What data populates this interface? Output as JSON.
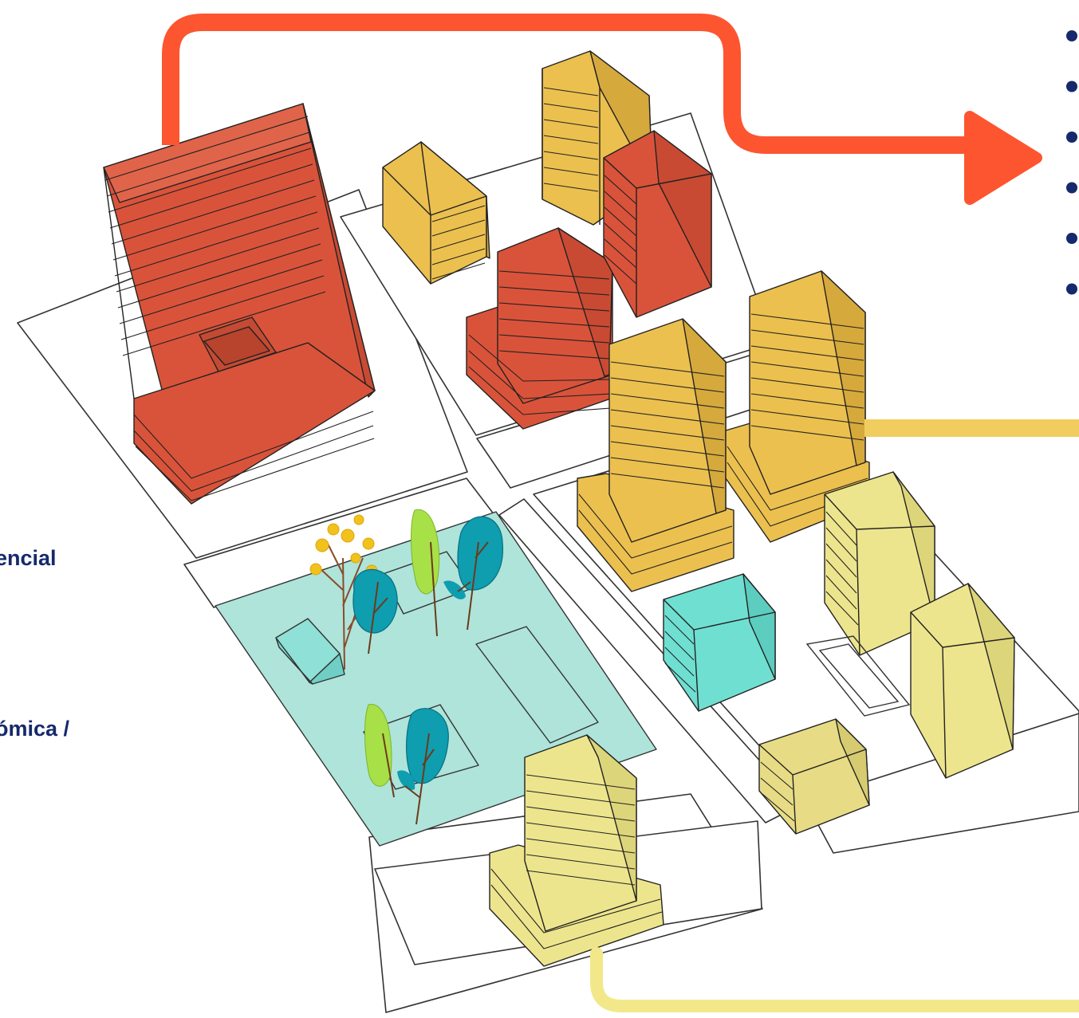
{
  "text_fragments": {
    "big_glyph": ")",
    "residential": "encial",
    "economic": "ómica /"
  },
  "bullets": {
    "count": 6
  },
  "colors": {
    "orange_red": "#d9533a",
    "orange_red_arrow": "#fd5530",
    "gold": "#ecc04f",
    "gold_line": "#f0cd5e",
    "pale_yellow": "#ede58d",
    "pale_yellow_line": "#f2e88a",
    "teal_park": "#aee4da",
    "turquoise": "#6fdfd1",
    "navy": "#16296b"
  }
}
